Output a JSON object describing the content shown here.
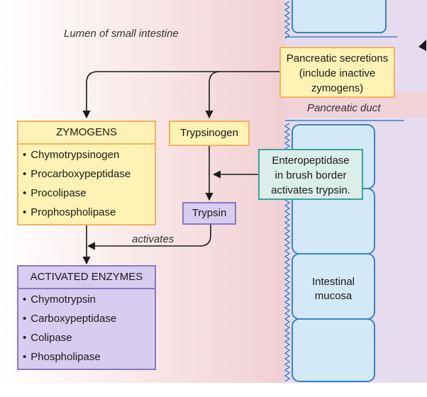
{
  "labels": {
    "lumen": "Lumen of small intestine",
    "pancreatic_duct": "Pancreatic duct",
    "activates": "activates",
    "mucosa_line1": "Intestinal",
    "mucosa_line2": "mucosa"
  },
  "pancreatic_secretions": {
    "line1": "Pancreatic secretions",
    "line2": "(include inactive",
    "line3": "zymogens)"
  },
  "zymogens": {
    "title": "ZYMOGENS",
    "items": [
      "Chymotrypsinogen",
      "Procarboxypeptidase",
      "Procolipase",
      "Prophospholipase"
    ]
  },
  "trypsinogen": "Trypsinogen",
  "trypsin": "Trypsin",
  "enteropeptidase": {
    "line1": "Enteropeptidase",
    "line2": "in brush border",
    "line3": "activates trypsin."
  },
  "activated_enzymes": {
    "title": "ACTIVATED ENZYMES",
    "items": [
      "Chymotrypsin",
      "Carboxypeptidase",
      "Colipase",
      "Phospholipase"
    ]
  },
  "colors": {
    "zymogen_fill": "#fef3b5",
    "zymogen_border": "#f2b35c",
    "active_fill": "#d7cdf0",
    "active_border": "#8a78c2",
    "enteropeptidase_fill": "#dceeea",
    "enteropeptidase_border": "#3aa39a",
    "cell_fill": "#d3e9f8",
    "cell_border": "#3b82c4"
  }
}
